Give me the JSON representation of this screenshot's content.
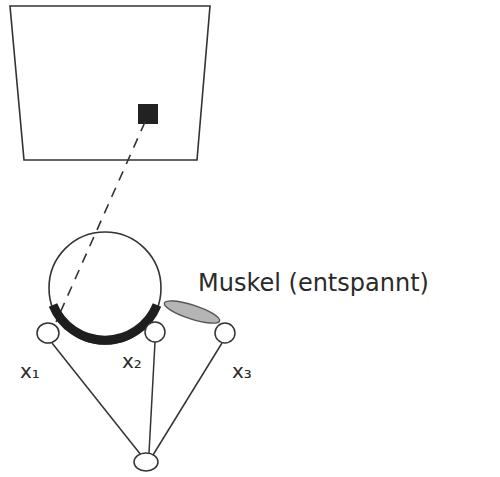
{
  "diagram": {
    "labels": [
      "Muskel (entspannt)",
      "x₁",
      "x₂",
      "x₃"
    ]
  }
}
